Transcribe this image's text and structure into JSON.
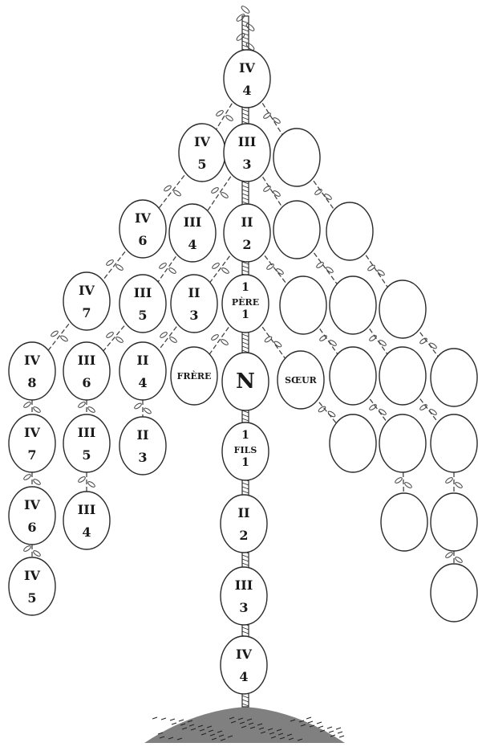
{
  "diagram": {
    "nodes": [
      {
        "id": "trunk-iv-top",
        "l1": "IV",
        "l2": "4"
      },
      {
        "id": "l-iv-5",
        "l1": "IV",
        "l2": "5"
      },
      {
        "id": "trunk-iii-top",
        "l1": "III",
        "l2": "3"
      },
      {
        "id": "r-a1",
        "l1": "",
        "l2": ""
      },
      {
        "id": "l-iv-6",
        "l1": "IV",
        "l2": "6"
      },
      {
        "id": "l-iii-4",
        "l1": "III",
        "l2": "4"
      },
      {
        "id": "trunk-ii-top",
        "l1": "II",
        "l2": "2"
      },
      {
        "id": "r-b1",
        "l1": "",
        "l2": ""
      },
      {
        "id": "r-b2",
        "l1": "",
        "l2": ""
      },
      {
        "id": "l-iv-7",
        "l1": "IV",
        "l2": "7"
      },
      {
        "id": "l-iii-5",
        "l1": "III",
        "l2": "5"
      },
      {
        "id": "l-ii-3",
        "l1": "II",
        "l2": "3"
      },
      {
        "id": "pere",
        "l1": "1",
        "l2": "PÈRE",
        "l3": "1"
      },
      {
        "id": "r-c1",
        "l1": "",
        "l2": ""
      },
      {
        "id": "r-c2",
        "l1": "",
        "l2": ""
      },
      {
        "id": "r-c3",
        "l1": "",
        "l2": ""
      },
      {
        "id": "l-iv-8",
        "l1": "IV",
        "l2": "8"
      },
      {
        "id": "l-iii-6",
        "l1": "III",
        "l2": "6"
      },
      {
        "id": "l-ii-4",
        "l1": "II",
        "l2": "4"
      },
      {
        "id": "frere",
        "l1": "FRÈRE",
        "l2": ""
      },
      {
        "id": "n",
        "l1": "N",
        "l2": ""
      },
      {
        "id": "soeur",
        "l1": "SŒUR",
        "l2": ""
      },
      {
        "id": "r-d1",
        "l1": "",
        "l2": ""
      },
      {
        "id": "r-d2",
        "l1": "",
        "l2": ""
      },
      {
        "id": "r-d3",
        "l1": "",
        "l2": ""
      },
      {
        "id": "l-iv-7b",
        "l1": "IV",
        "l2": "7"
      },
      {
        "id": "l-iii-5b",
        "l1": "III",
        "l2": "5"
      },
      {
        "id": "l-ii-3b",
        "l1": "II",
        "l2": "3"
      },
      {
        "id": "fils",
        "l1": "1",
        "l2": "FILS",
        "l3": "1"
      },
      {
        "id": "r-e1",
        "l1": "",
        "l2": ""
      },
      {
        "id": "r-e2",
        "l1": "",
        "l2": ""
      },
      {
        "id": "r-e3",
        "l1": "",
        "l2": ""
      },
      {
        "id": "l-iv-6b",
        "l1": "IV",
        "l2": "6"
      },
      {
        "id": "l-iii-4b",
        "l1": "III",
        "l2": "4"
      },
      {
        "id": "trunk-ii-bot",
        "l1": "II",
        "l2": "2"
      },
      {
        "id": "r-f1",
        "l1": "",
        "l2": ""
      },
      {
        "id": "r-f2",
        "l1": "",
        "l2": ""
      },
      {
        "id": "l-iv-5b",
        "l1": "IV",
        "l2": "5"
      },
      {
        "id": "trunk-iii-bot",
        "l1": "III",
        "l2": "3"
      },
      {
        "id": "r-g1",
        "l1": "",
        "l2": ""
      },
      {
        "id": "trunk-iv-bot",
        "l1": "IV",
        "l2": "4"
      }
    ],
    "colors": {
      "stroke": "#2a2a2a",
      "ink": "#1a1a1a",
      "leaf": "#444444",
      "ground": "#555555"
    }
  }
}
